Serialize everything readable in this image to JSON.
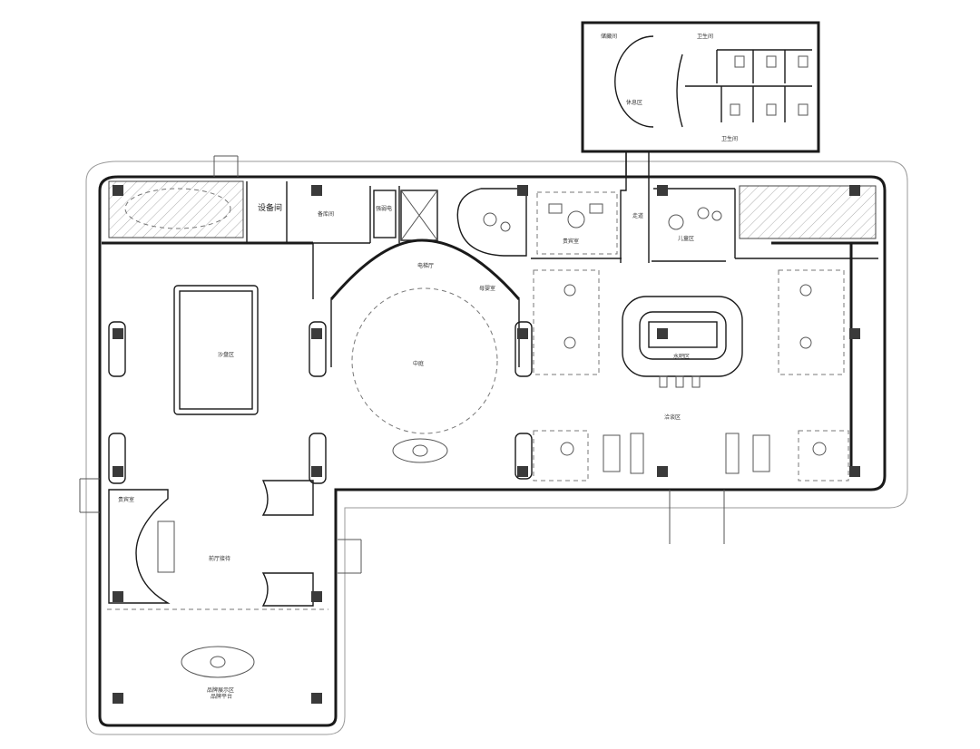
{
  "rooms": {
    "equipment_room": "设备间",
    "storage_room": "备库间",
    "electrical_room": "强弱电",
    "elevator_hall": "电梯厅",
    "mother_baby_room": "母婴室",
    "corridor": "走道",
    "kids_area": "儿童区",
    "sand_table_area": "沙盘区",
    "courtyard": "中庭",
    "water_bar_area": "水吧区",
    "negotiation_area": "洽谈区",
    "vip_room": "贵宾室",
    "front_reception": "前厅接待",
    "brand_display_area": "品牌展示区",
    "brand_display_sub": "品牌平台",
    "restroom": "卫生间",
    "rest_area": "休息区",
    "storage_small": "储藏间"
  },
  "colors": {
    "wall": "#1a1a1a",
    "column": "#3a3a3a",
    "furniture": "#555555"
  }
}
